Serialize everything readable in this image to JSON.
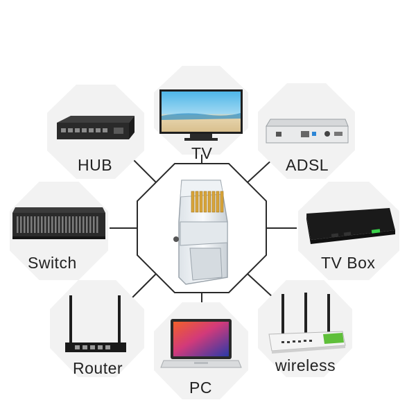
{
  "center": {
    "name": "rj45-connector"
  },
  "nodes": [
    {
      "key": "tv",
      "label": "TV"
    },
    {
      "key": "adsl",
      "label": "ADSL"
    },
    {
      "key": "tvbox",
      "label": "TV Box"
    },
    {
      "key": "wireless",
      "label": "wireless"
    },
    {
      "key": "pc",
      "label": "PC"
    },
    {
      "key": "router",
      "label": "Router"
    },
    {
      "key": "switch",
      "label": "Switch"
    },
    {
      "key": "hub",
      "label": "HUB"
    }
  ],
  "colors": {
    "background": "#ffffff",
    "tile": "#f2f2f2",
    "line": "#2a2a2a",
    "label": "#222222",
    "led_green": "#3ad14a"
  }
}
